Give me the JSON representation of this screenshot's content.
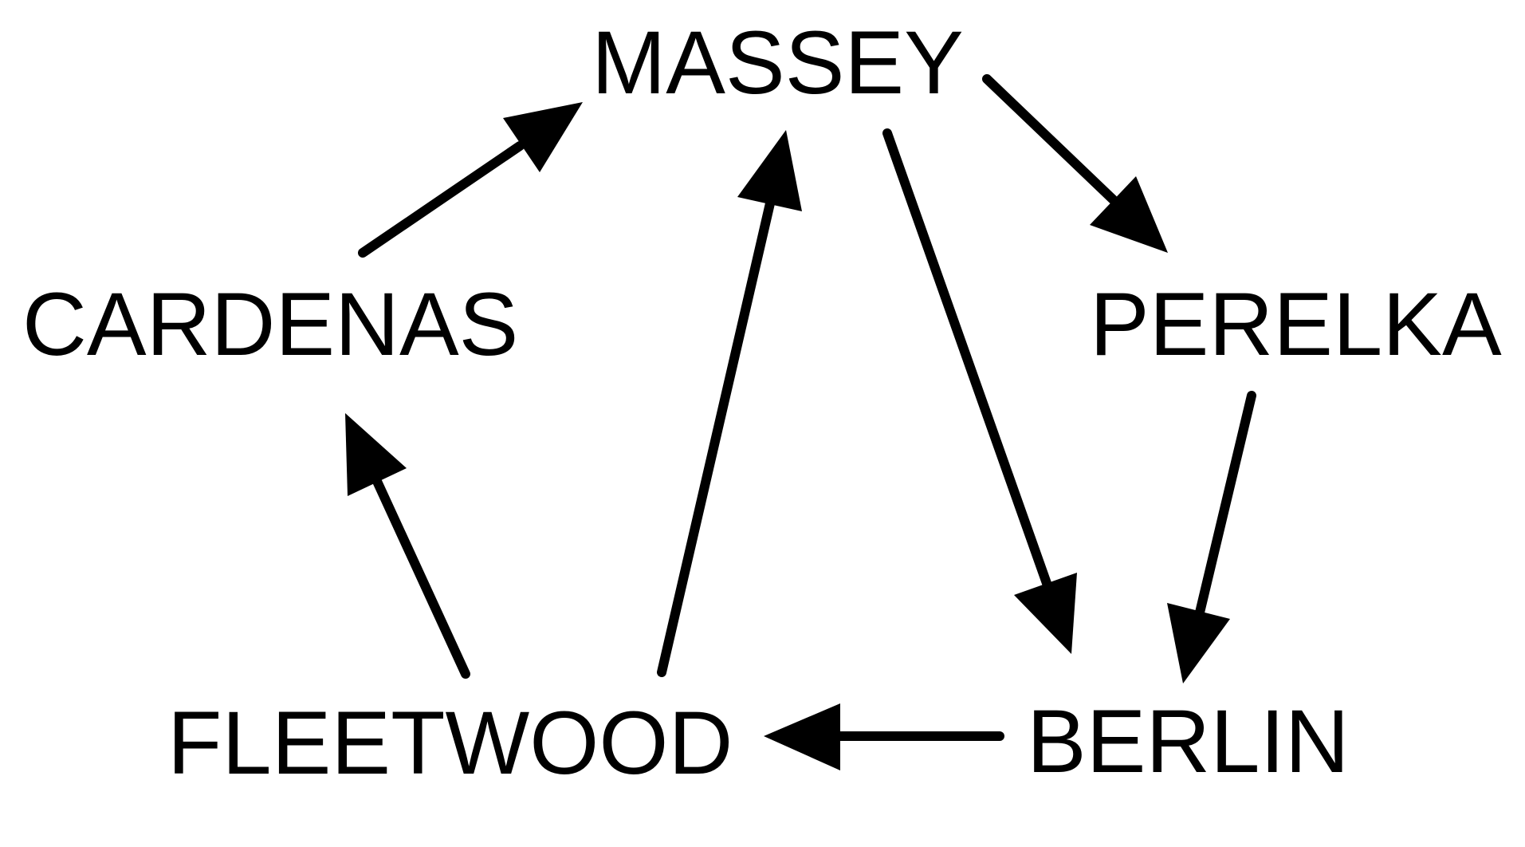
{
  "diagram": {
    "nodes": [
      {
        "id": "massey",
        "label": "MASSEY"
      },
      {
        "id": "cardenas",
        "label": "CARDENAS"
      },
      {
        "id": "perelka",
        "label": "PERELKA"
      },
      {
        "id": "fleetwood",
        "label": "FLEETWOOD"
      },
      {
        "id": "berlin",
        "label": "BERLIN"
      }
    ],
    "edges": [
      {
        "from": "cardenas",
        "to": "massey"
      },
      {
        "from": "massey",
        "to": "perelka"
      },
      {
        "from": "massey",
        "to": "berlin"
      },
      {
        "from": "perelka",
        "to": "berlin"
      },
      {
        "from": "berlin",
        "to": "fleetwood"
      },
      {
        "from": "fleetwood",
        "to": "cardenas"
      },
      {
        "from": "fleetwood",
        "to": "massey"
      }
    ],
    "colors": {
      "ink": "#000000",
      "background": "#ffffff"
    }
  }
}
